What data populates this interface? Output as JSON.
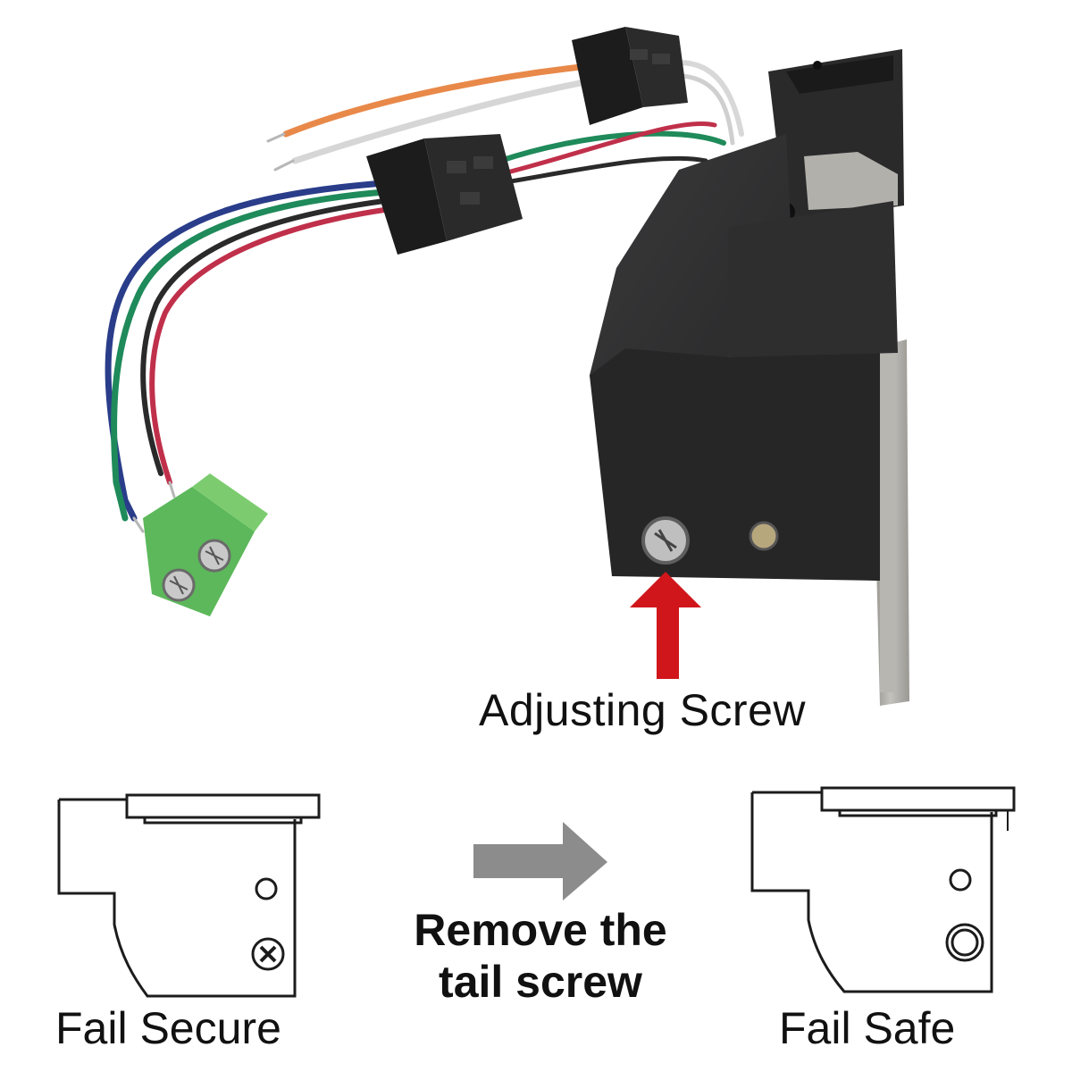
{
  "photo": {
    "callout_label": "Adjusting Screw",
    "colors": {
      "lock_body": "#2b2b2c",
      "faceplate": "#a8a6a1",
      "arrow": "#d0161b",
      "terminal_block": "#5cb85a",
      "wire_orange": "#e8894a",
      "wire_white": "#d8d8d8",
      "wire_green": "#1f8a5a",
      "wire_red": "#c0304a",
      "wire_blue": "#2a3d8a",
      "wire_black": "#222222"
    }
  },
  "diagram": {
    "left_caption": "Fail Secure",
    "right_caption": "Fail Safe",
    "instruction_line_1": "Remove the",
    "instruction_line_2": "tail screw",
    "arrow_color": "#8c8c8c"
  }
}
